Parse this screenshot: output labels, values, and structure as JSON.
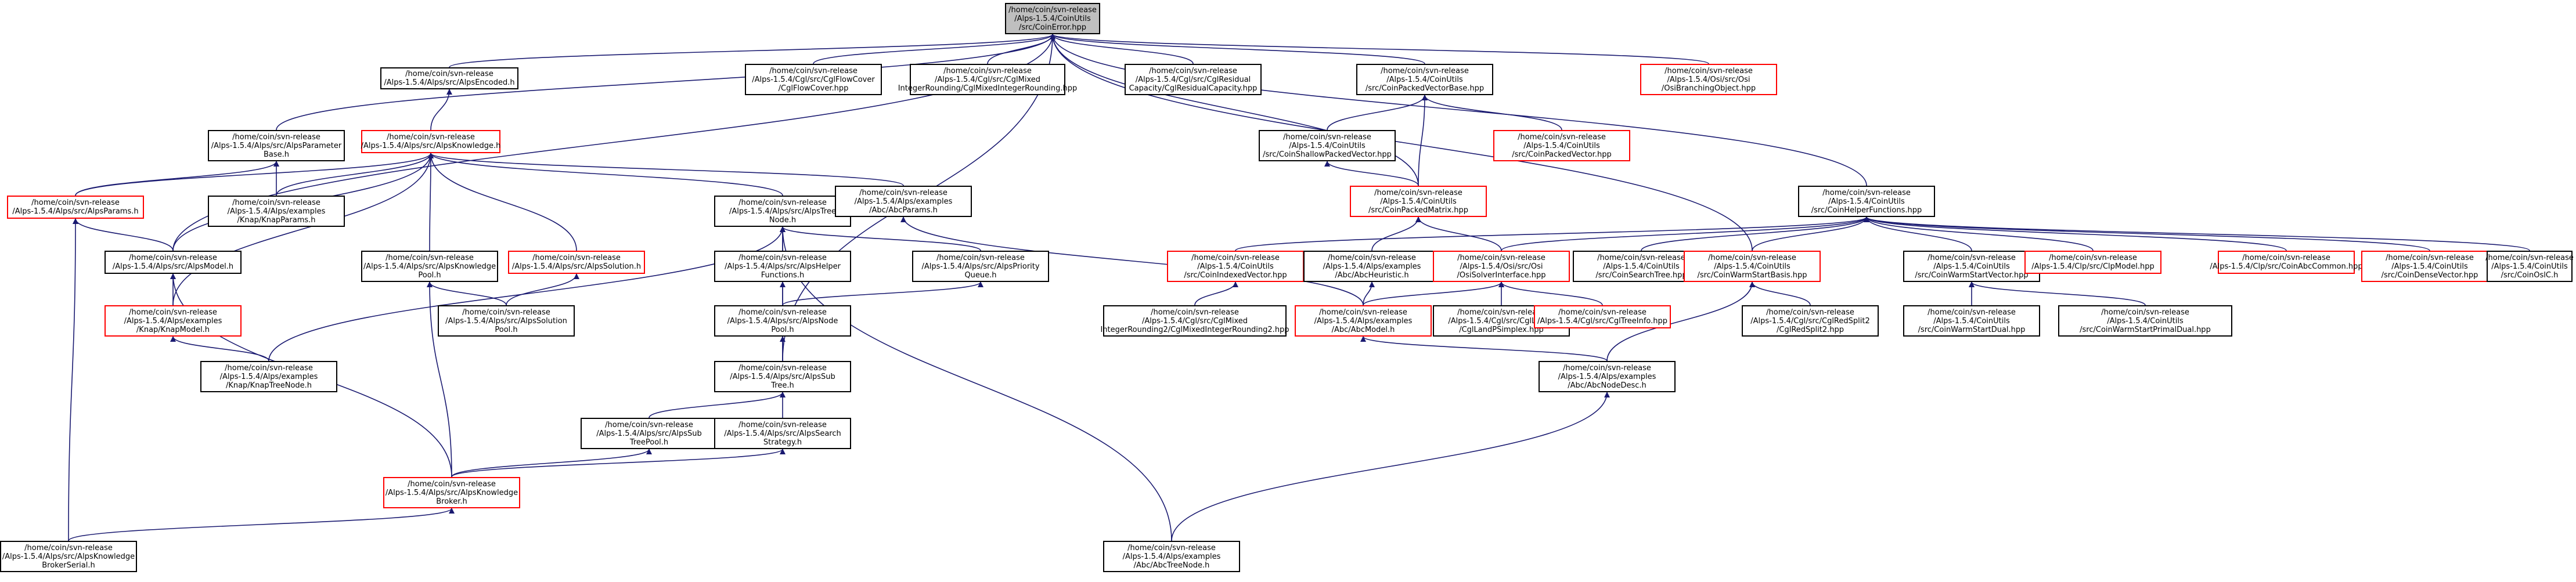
{
  "diagram": {
    "nodes": [
      {
        "id": "coinerror",
        "lines": [
          "/home/coin/svn-release",
          "/Alps-1.5.4/CoinUtils",
          "/src/CoinError.hpp"
        ],
        "style": "root"
      },
      {
        "id": "alpsencoded",
        "lines": [
          "/home/coin/svn-release",
          "/Alps-1.5.4/Alps/src/AlpsEncoded.h"
        ],
        "style": "black"
      },
      {
        "id": "cglflowcover",
        "lines": [
          "/home/coin/svn-release",
          "/Alps-1.5.4/Cgl/src/CglFlowCover",
          "/CglFlowCover.hpp"
        ],
        "style": "black"
      },
      {
        "id": "cglmixedint",
        "lines": [
          "/home/coin/svn-release",
          "/Alps-1.5.4/Cgl/src/CglMixed",
          "IntegerRounding/CglMixedIntegerRounding.hpp"
        ],
        "style": "black"
      },
      {
        "id": "cglresidual",
        "lines": [
          "/home/coin/svn-release",
          "/Alps-1.5.4/Cgl/src/CglResidual",
          "Capacity/CglResidualCapacity.hpp"
        ],
        "style": "black"
      },
      {
        "id": "coinpackedvecbase",
        "lines": [
          "/home/coin/svn-release",
          "/Alps-1.5.4/CoinUtils",
          "/src/CoinPackedVectorBase.hpp"
        ],
        "style": "black"
      },
      {
        "id": "osibranching",
        "lines": [
          "/home/coin/svn-release",
          "/Alps-1.5.4/Osi/src/Osi",
          "/OsiBranchingObject.hpp"
        ],
        "style": "red"
      },
      {
        "id": "alpsparam",
        "lines": [
          "/home/coin/svn-release",
          "/Alps-1.5.4/Alps/src/AlpsParameter",
          "Base.h"
        ],
        "style": "black"
      },
      {
        "id": "alpsknowledge",
        "lines": [
          "/home/coin/svn-release",
          "/Alps-1.5.4/Alps/src/AlpsKnowledge.h"
        ],
        "style": "red"
      },
      {
        "id": "coinshallow",
        "lines": [
          "/home/coin/svn-release",
          "/Alps-1.5.4/CoinUtils",
          "/src/CoinShallowPackedVector.hpp"
        ],
        "style": "black"
      },
      {
        "id": "coinpackedvector",
        "lines": [
          "/home/coin/svn-release",
          "/Alps-1.5.4/CoinUtils",
          "/src/CoinPackedVector.hpp"
        ],
        "style": "red"
      },
      {
        "id": "alpsparams",
        "lines": [
          "/home/coin/svn-release",
          "/Alps-1.5.4/Alps/src/AlpsParams.h"
        ],
        "style": "red"
      },
      {
        "id": "knapparams",
        "lines": [
          "/home/coin/svn-release",
          "/Alps-1.5.4/Alps/examples",
          "/Knap/KnapParams.h"
        ],
        "style": "black"
      },
      {
        "id": "alpstreenode",
        "lines": [
          "/home/coin/svn-release",
          "/Alps-1.5.4/Alps/src/AlpsTree",
          "Node.h"
        ],
        "style": "black"
      },
      {
        "id": "abcparams",
        "lines": [
          "/home/coin/svn-release",
          "/Alps-1.5.4/Alps/examples",
          "/Abc/AbcParams.h"
        ],
        "style": "black"
      },
      {
        "id": "coinpackedmatrix",
        "lines": [
          "/home/coin/svn-release",
          "/Alps-1.5.4/CoinUtils",
          "/src/CoinPackedMatrix.hpp"
        ],
        "style": "red"
      },
      {
        "id": "coinhelper",
        "lines": [
          "/home/coin/svn-release",
          "/Alps-1.5.4/CoinUtils",
          "/src/CoinHelperFunctions.hpp"
        ],
        "style": "black"
      },
      {
        "id": "alpsmodel",
        "lines": [
          "/home/coin/svn-release",
          "/Alps-1.5.4/Alps/src/AlpsModel.h"
        ],
        "style": "black"
      },
      {
        "id": "alpsknowpool",
        "lines": [
          "/home/coin/svn-release",
          "/Alps-1.5.4/Alps/src/AlpsKnowledge",
          "Pool.h"
        ],
        "style": "black"
      },
      {
        "id": "alpssolution",
        "lines": [
          "/home/coin/svn-release",
          "/Alps-1.5.4/Alps/src/AlpsSolution.h"
        ],
        "style": "red"
      },
      {
        "id": "alpshelper",
        "lines": [
          "/home/coin/svn-release",
          "/Alps-1.5.4/Alps/src/AlpsHelper",
          "Functions.h"
        ],
        "style": "black"
      },
      {
        "id": "alpspriority",
        "lines": [
          "/home/coin/svn-release",
          "/Alps-1.5.4/Alps/src/AlpsPriority",
          "Queue.h"
        ],
        "style": "black"
      },
      {
        "id": "coinindexed",
        "lines": [
          "/home/coin/svn-release",
          "/Alps-1.5.4/CoinUtils",
          "/src/CoinIndexedVector.hpp"
        ],
        "style": "red"
      },
      {
        "id": "abcheuristic",
        "lines": [
          "/home/coin/svn-release",
          "/Alps-1.5.4/Alps/examples",
          "/Abc/AbcHeuristic.h"
        ],
        "style": "black"
      },
      {
        "id": "osisolver",
        "lines": [
          "/home/coin/svn-release",
          "/Alps-1.5.4/Osi/src/Osi",
          "/OsiSolverInterface.hpp"
        ],
        "style": "red"
      },
      {
        "id": "coinsearchtree",
        "lines": [
          "/home/coin/svn-release",
          "/Alps-1.5.4/CoinUtils",
          "/src/CoinSearchTree.hpp"
        ],
        "style": "black"
      },
      {
        "id": "coinwarmbasis",
        "lines": [
          "/home/coin/svn-release",
          "/Alps-1.5.4/CoinUtils",
          "/src/CoinWarmStartBasis.hpp"
        ],
        "style": "red"
      },
      {
        "id": "coinwarmvector",
        "lines": [
          "/home/coin/svn-release",
          "/Alps-1.5.4/CoinUtils",
          "/src/CoinWarmStartVector.hpp"
        ],
        "style": "black"
      },
      {
        "id": "clpmodel",
        "lines": [
          "/home/coin/svn-release",
          "/Alps-1.5.4/Clp/src/ClpModel.hpp"
        ],
        "style": "red"
      },
      {
        "id": "coinabccommon",
        "lines": [
          "/home/coin/svn-release",
          "/Alps-1.5.4/Clp/src/CoinAbcCommon.hpp"
        ],
        "style": "red"
      },
      {
        "id": "coindensevector",
        "lines": [
          "/home/coin/svn-release",
          "/Alps-1.5.4/CoinUtils",
          "/src/CoinDenseVector.hpp"
        ],
        "style": "red"
      },
      {
        "id": "coinosictl",
        "lines": [
          "/home/coin/svn-release",
          "/Alps-1.5.4/CoinUtils",
          "/src/CoinOslC.h"
        ],
        "style": "black"
      },
      {
        "id": "knapmodel",
        "lines": [
          "/home/coin/svn-release",
          "/Alps-1.5.4/Alps/examples",
          "/Knap/KnapModel.h"
        ],
        "style": "red"
      },
      {
        "id": "alpssolpool",
        "lines": [
          "/home/coin/svn-release",
          "/Alps-1.5.4/Alps/src/AlpsSolution",
          "Pool.h"
        ],
        "style": "black"
      },
      {
        "id": "alpsnodepool",
        "lines": [
          "/home/coin/svn-release",
          "/Alps-1.5.4/Alps/src/AlpsNode",
          "Pool.h"
        ],
        "style": "black"
      },
      {
        "id": "cglmixedint2",
        "lines": [
          "/home/coin/svn-release",
          "/Alps-1.5.4/Cgl/src/CglMixed",
          "IntegerRounding2/CglMixedIntegerRounding2.hpp"
        ],
        "style": "black"
      },
      {
        "id": "abcmodel",
        "lines": [
          "/home/coin/svn-release",
          "/Alps-1.5.4/Alps/examples",
          "/Abc/AbcModel.h"
        ],
        "style": "red"
      },
      {
        "id": "cgllandp",
        "lines": [
          "/home/coin/svn-release",
          "/Alps-1.5.4/Cgl/src/CglLandP",
          "/CglLandPSimplex.hpp"
        ],
        "style": "black"
      },
      {
        "id": "cgltreeinfo",
        "lines": [
          "/home/coin/svn-release",
          "/Alps-1.5.4/Cgl/src/CglTreeInfo.hpp"
        ],
        "style": "red"
      },
      {
        "id": "cglredsplit2",
        "lines": [
          "/home/coin/svn-release",
          "/Alps-1.5.4/Cgl/src/CglRedSplit2",
          "/CglRedSplit2.hpp"
        ],
        "style": "black"
      },
      {
        "id": "coinwarmdual",
        "lines": [
          "/home/coin/svn-release",
          "/Alps-1.5.4/CoinUtils",
          "/src/CoinWarmStartDual.hpp"
        ],
        "style": "black"
      },
      {
        "id": "coinwarmprimaldual",
        "lines": [
          "/home/coin/svn-release",
          "/Alps-1.5.4/CoinUtils",
          "/src/CoinWarmStartPrimalDual.hpp"
        ],
        "style": "black"
      },
      {
        "id": "knaptreenode",
        "lines": [
          "/home/coin/svn-release",
          "/Alps-1.5.4/Alps/examples",
          "/Knap/KnapTreeNode.h"
        ],
        "style": "black"
      },
      {
        "id": "alpssubtree",
        "lines": [
          "/home/coin/svn-release",
          "/Alps-1.5.4/Alps/src/AlpsSub",
          "Tree.h"
        ],
        "style": "black"
      },
      {
        "id": "abcnodedesc",
        "lines": [
          "/home/coin/svn-release",
          "/Alps-1.5.4/Alps/examples",
          "/Abc/AbcNodeDesc.h"
        ],
        "style": "black"
      },
      {
        "id": "alpssubtreepool",
        "lines": [
          "/home/coin/svn-release",
          "/Alps-1.5.4/Alps/src/AlpsSub",
          "TreePool.h"
        ],
        "style": "black"
      },
      {
        "id": "alpssearchstrat",
        "lines": [
          "/home/coin/svn-release",
          "/Alps-1.5.4/Alps/src/AlpsSearch",
          "Strategy.h"
        ],
        "style": "black"
      },
      {
        "id": "alpsknowbroker",
        "lines": [
          "/home/coin/svn-release",
          "/Alps-1.5.4/Alps/src/AlpsKnowledge",
          "Broker.h"
        ],
        "style": "red"
      },
      {
        "id": "alpsknowbrokerserial",
        "lines": [
          "/home/coin/svn-release",
          "/Alps-1.5.4/Alps/src/AlpsKnowledge",
          "BrokerSerial.h"
        ],
        "style": "black"
      },
      {
        "id": "abctreenode",
        "lines": [
          "/home/coin/svn-release",
          "/Alps-1.5.4/Alps/examples",
          "/Abc/AbcTreeNode.h"
        ],
        "style": "black"
      }
    ]
  }
}
